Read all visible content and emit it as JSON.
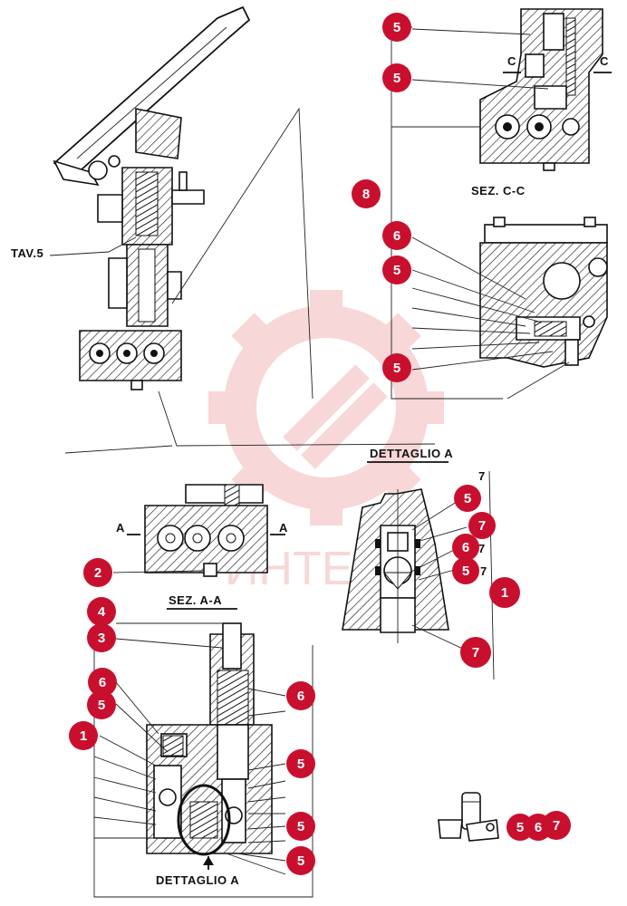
{
  "labels": {
    "tav": "TAV.5",
    "sez_cc": "SEZ. C-C",
    "dettaglio_a_top": "DETTAGLIO  A",
    "sez_aa": "SEZ. A-A",
    "dettaglio_a_bottom": "DETTAGLIO  A",
    "c_left": "C",
    "c_right": "C",
    "a_left": "A",
    "a_right": "A",
    "seven_a": "7",
    "seven_b": "7",
    "seven_c": "7",
    "seven_d": "7"
  },
  "watermark_text": "ИНТЕ",
  "colors": {
    "callout": "#c8102e",
    "watermark": "#f2b8b8"
  },
  "callouts": [
    {
      "id": "c1",
      "n": "5"
    },
    {
      "id": "c2",
      "n": "5"
    },
    {
      "id": "c3",
      "n": "8"
    },
    {
      "id": "c4",
      "n": "6"
    },
    {
      "id": "c5",
      "n": "5"
    },
    {
      "id": "c6",
      "n": "5"
    },
    {
      "id": "c7",
      "n": "5"
    },
    {
      "id": "c8",
      "n": "7"
    },
    {
      "id": "c9",
      "n": "6"
    },
    {
      "id": "c10",
      "n": "5"
    },
    {
      "id": "c11",
      "n": "1"
    },
    {
      "id": "c12",
      "n": "7"
    },
    {
      "id": "c13",
      "n": "2"
    },
    {
      "id": "c14",
      "n": "4"
    },
    {
      "id": "c15",
      "n": "3"
    },
    {
      "id": "c16",
      "n": "6"
    },
    {
      "id": "c17",
      "n": "5"
    },
    {
      "id": "c18",
      "n": "1"
    },
    {
      "id": "c19",
      "n": "6"
    },
    {
      "id": "c20",
      "n": "5"
    },
    {
      "id": "c21",
      "n": "5"
    },
    {
      "id": "c22",
      "n": "5"
    },
    {
      "id": "c23",
      "n": "5"
    },
    {
      "id": "c24",
      "n": "6"
    },
    {
      "id": "c25",
      "n": "7"
    }
  ]
}
